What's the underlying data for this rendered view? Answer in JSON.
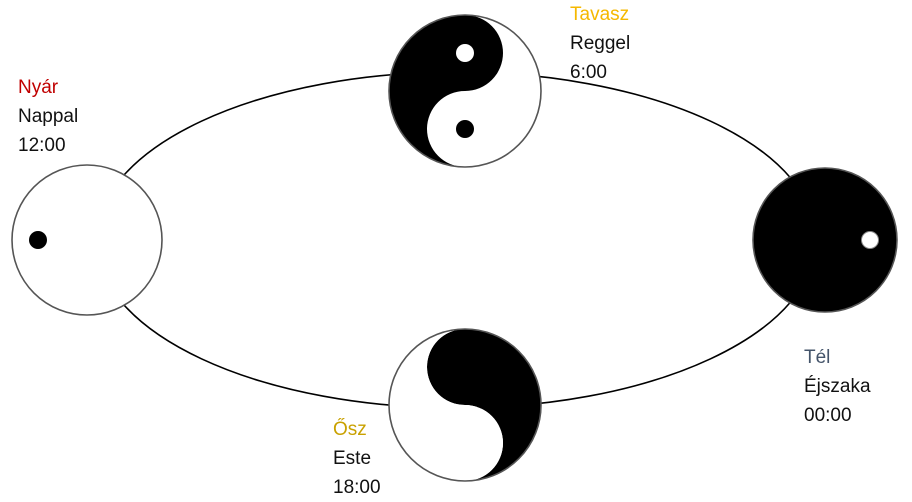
{
  "colors": {
    "background": "#ffffff",
    "line": "#000000",
    "disc_fill": "#000000",
    "disc_light": "#ffffff"
  },
  "icons": {
    "summer": "white-disc-icon",
    "spring": "yin-yang-icon",
    "winter": "black-disc-icon",
    "autumn": "yin-yang-icon"
  },
  "summer": {
    "season": "Nyár",
    "phase": "Nappal",
    "time": "12:00",
    "color": "#c00000"
  },
  "spring": {
    "season": "Tavasz",
    "phase": "Reggel",
    "time": "6:00",
    "color": "#f5b800"
  },
  "winter": {
    "season": "Tél",
    "phase": "Éjszaka",
    "time": "00:00",
    "color": "#44546a"
  },
  "autumn": {
    "season": "Ősz",
    "phase": "Este",
    "time": "18:00",
    "color": "#c9a100"
  }
}
